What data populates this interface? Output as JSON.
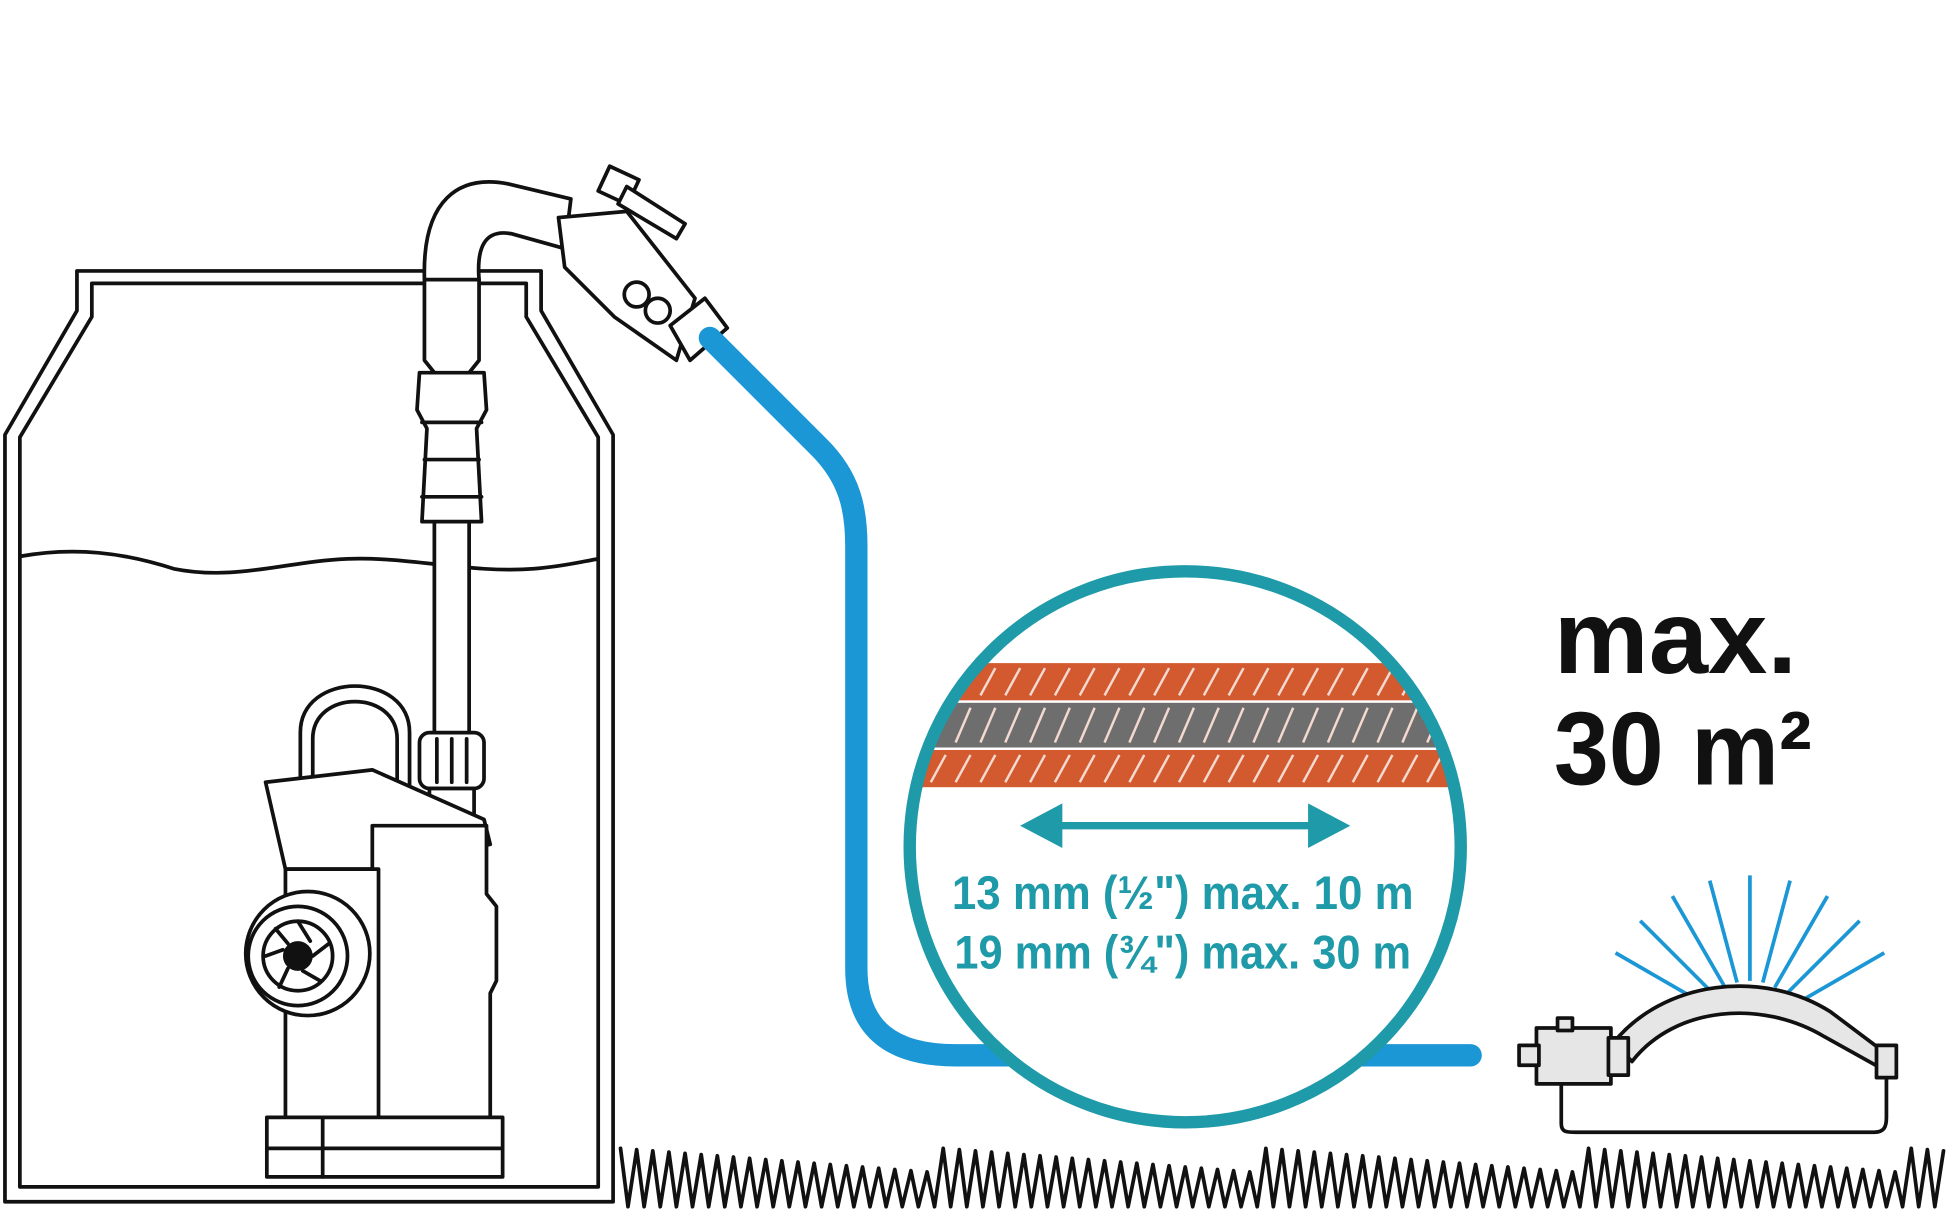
{
  "colors": {
    "hose_blue": "#1b97d6",
    "teal": "#1f9aa8",
    "orange": "#d25a2e",
    "gray": "#6e6e6e",
    "black": "#111111"
  },
  "hose_spec": {
    "line1": "13 mm (½\") max. 10 m",
    "line2": "19 mm (¾\") max. 30 m"
  },
  "coverage": {
    "line1": "max.",
    "line2": "30 m²"
  }
}
